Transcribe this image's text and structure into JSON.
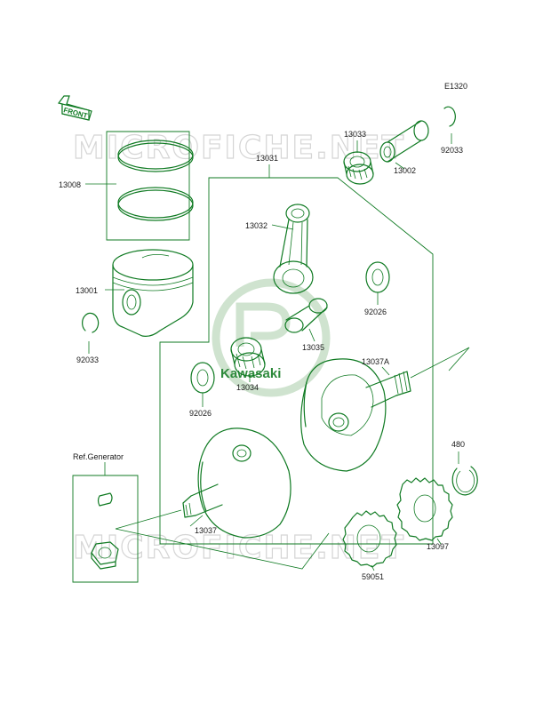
{
  "diagram": {
    "code": "E1320",
    "front_label": "FRONT",
    "watermark_text": "MICROFICHE.NET",
    "logo_text": "Kawasaki",
    "ref_label": "Ref.Generator",
    "colors": {
      "line": "#0f7a22",
      "text": "#1a1a1a",
      "watermark": "#d5d5d5"
    },
    "parts": [
      {
        "id": "p13008",
        "number": "13008"
      },
      {
        "id": "p13031",
        "number": "13031"
      },
      {
        "id": "p13033",
        "number": "13033"
      },
      {
        "id": "p92033a",
        "number": "92033"
      },
      {
        "id": "p13002",
        "number": "13002"
      },
      {
        "id": "p13032",
        "number": "13032"
      },
      {
        "id": "p13001",
        "number": "13001"
      },
      {
        "id": "p92026a",
        "number": "92026"
      },
      {
        "id": "p92033b",
        "number": "92033"
      },
      {
        "id": "p13035",
        "number": "13035"
      },
      {
        "id": "p13034",
        "number": "13034"
      },
      {
        "id": "p13037A",
        "number": "13037A"
      },
      {
        "id": "p92026b",
        "number": "92026"
      },
      {
        "id": "p480",
        "number": "480"
      },
      {
        "id": "p13037",
        "number": "13037"
      },
      {
        "id": "p13097",
        "number": "13097"
      },
      {
        "id": "p59051",
        "number": "59051"
      }
    ]
  }
}
